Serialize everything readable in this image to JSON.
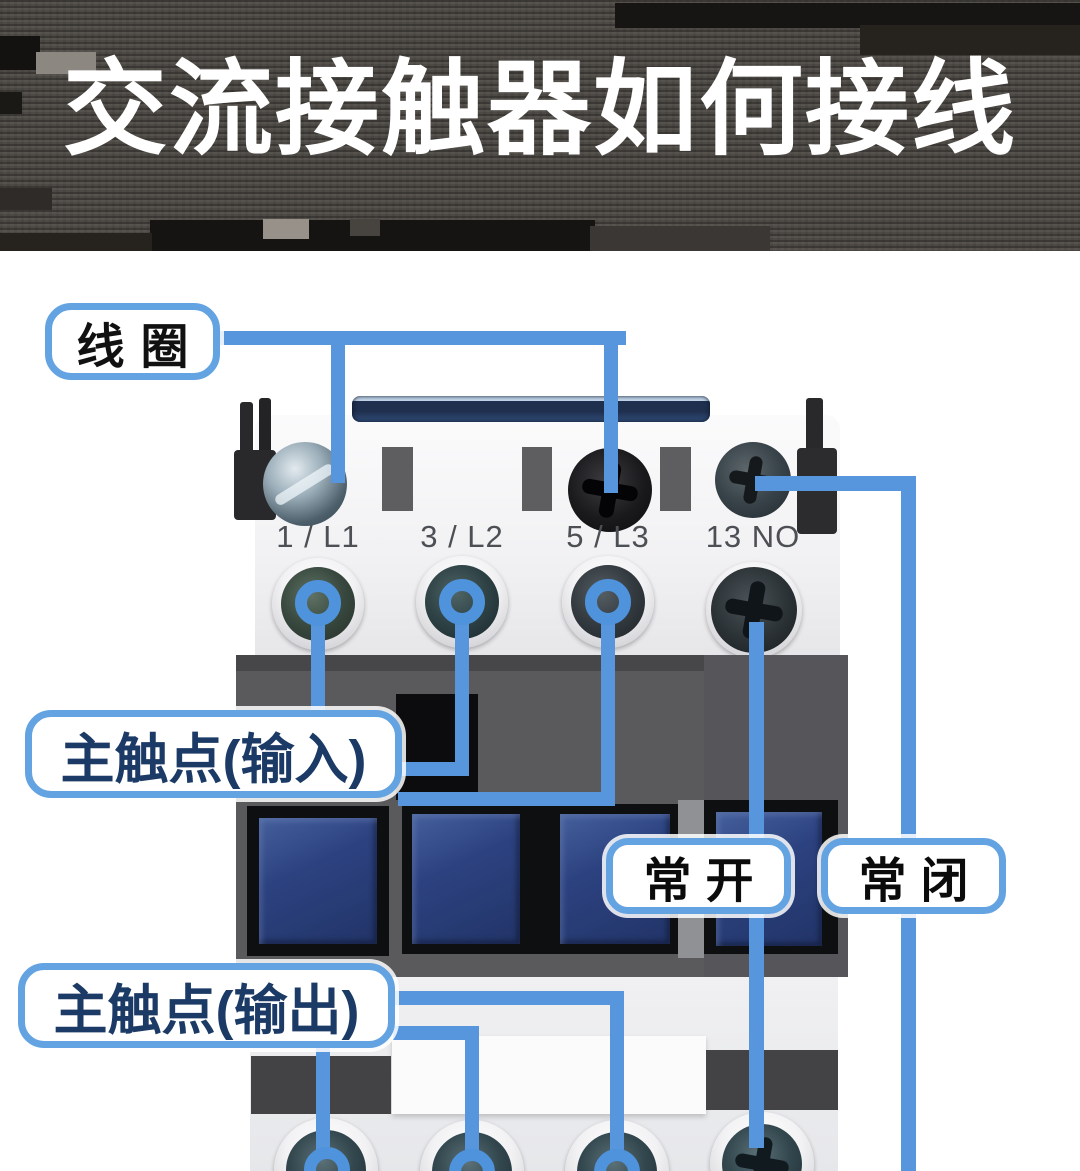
{
  "header": {
    "title": "交流接触器如何接线"
  },
  "callouts": {
    "coil": "线圈",
    "main_contacts_input": "主触点(输入)",
    "main_contacts_output": "主触点(输出)",
    "normally_open": "常开",
    "normally_closed": "常闭"
  },
  "terminals_top": [
    "1 / L1",
    "3 / L2",
    "5 / L3",
    "13 NO"
  ],
  "colors": {
    "callout_line_blue": "#5795dc",
    "label_border_blue": "#64a3e2",
    "label_text_navy": "#1c3a66",
    "window_blue": "#2c4280",
    "header_background": "#4e4a46",
    "title_text": "#ffffff"
  }
}
